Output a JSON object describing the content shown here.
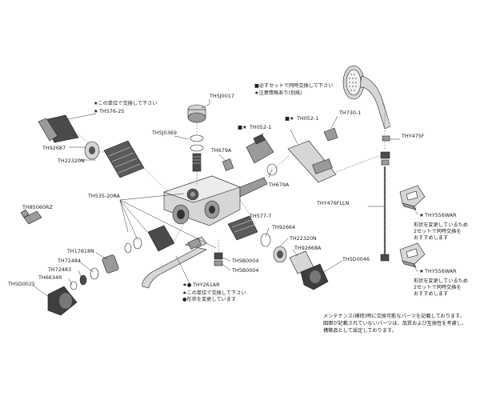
{
  "labels": {
    "th5j0017": "TH5J0017",
    "th5j0369": "TH5J0369",
    "th679a_top": "TH679A",
    "thd52_1a": "TH052-1",
    "thd52_1b": "TH052-1",
    "th730_1": "TH730-1",
    "thy475f": "THY475F",
    "th576_2s": "TH576-2S",
    "th92687": "TH92687",
    "th22320n_left": "TH22320N",
    "th679a_mid": "TH679A",
    "th535_20ra": "TH535-20RA",
    "th85060rz": "TH85060RZ",
    "th577_7": "TH577-7",
    "th92664": "TH92664",
    "th22320n_right": "TH22320N",
    "th92668a": "TH92668A",
    "th5d0046": "TH5D0046",
    "thy476flln": "THY476FLLN",
    "thy556war_top": "THY556WAR",
    "thy556war_bottom": "THY556WAR",
    "th17618n": "TH17618N",
    "th72484": "TH72484",
    "th72483": "TH72483",
    "th6634r": "TH6634R",
    "th5d0025": "TH5D0025",
    "th5b0004_a": "TH5B0004",
    "th5b0004_b": "TH5B0004",
    "thy261ar": "THY261AR"
  },
  "notes": {
    "top_right_1": "■必ずセットで同時交換して下さい",
    "top_right_2": "★注意情報あり(別紙)",
    "unit_left": "★この単位で交換して下さい",
    "unit_bottom_1": "★この単位で交換して下さい",
    "unit_bottom_2": "●形状を変更しています",
    "thy556_top_1": "形状を変更しているため",
    "thy556_top_2": "2セットで同時交換を",
    "thy556_top_3": "おすすめします",
    "thy556_bot_1": "形状を変更しているため",
    "thy556_bot_2": "2セットで同時交換を",
    "thy556_bot_3": "おすすめします",
    "footer_1": "メンテナンス(補修)時に交換可能なパーツを記載しております。",
    "footer_2": "図面が記載されていないパーツは、品質および互換性を考慮し、",
    "footer_3": "構築品として設定しております。"
  },
  "prefixes": {
    "star": "★",
    "square": "■",
    "square_star": "■★",
    "star_dot": "★●"
  }
}
